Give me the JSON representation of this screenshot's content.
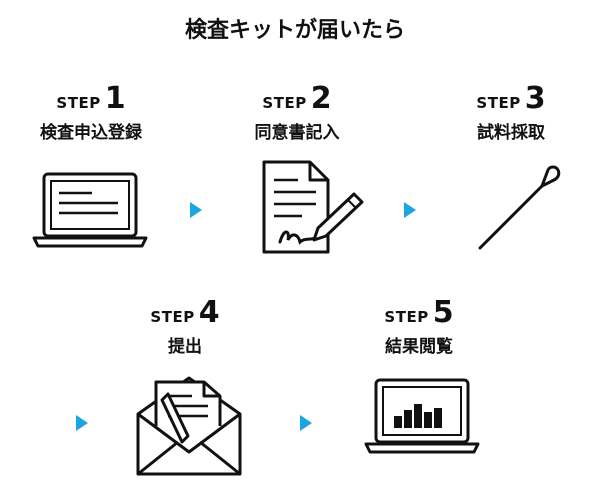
{
  "title": "検査キットが届いたら",
  "steps": [
    {
      "label": "STEP",
      "number": "1",
      "name": "検査申込登録",
      "icon": "laptop-icon"
    },
    {
      "label": "STEP",
      "number": "2",
      "name": "同意書記入",
      "icon": "document-pen-icon"
    },
    {
      "label": "STEP",
      "number": "3",
      "name": "試料採取",
      "icon": "swab-icon"
    },
    {
      "label": "STEP",
      "number": "4",
      "name": "提出",
      "icon": "envelope-icon"
    },
    {
      "label": "STEP",
      "number": "5",
      "name": "結果閲覧",
      "icon": "laptop-chart-icon"
    }
  ],
  "colors": {
    "arrow": "#1ea4e0",
    "text": "#111111"
  }
}
